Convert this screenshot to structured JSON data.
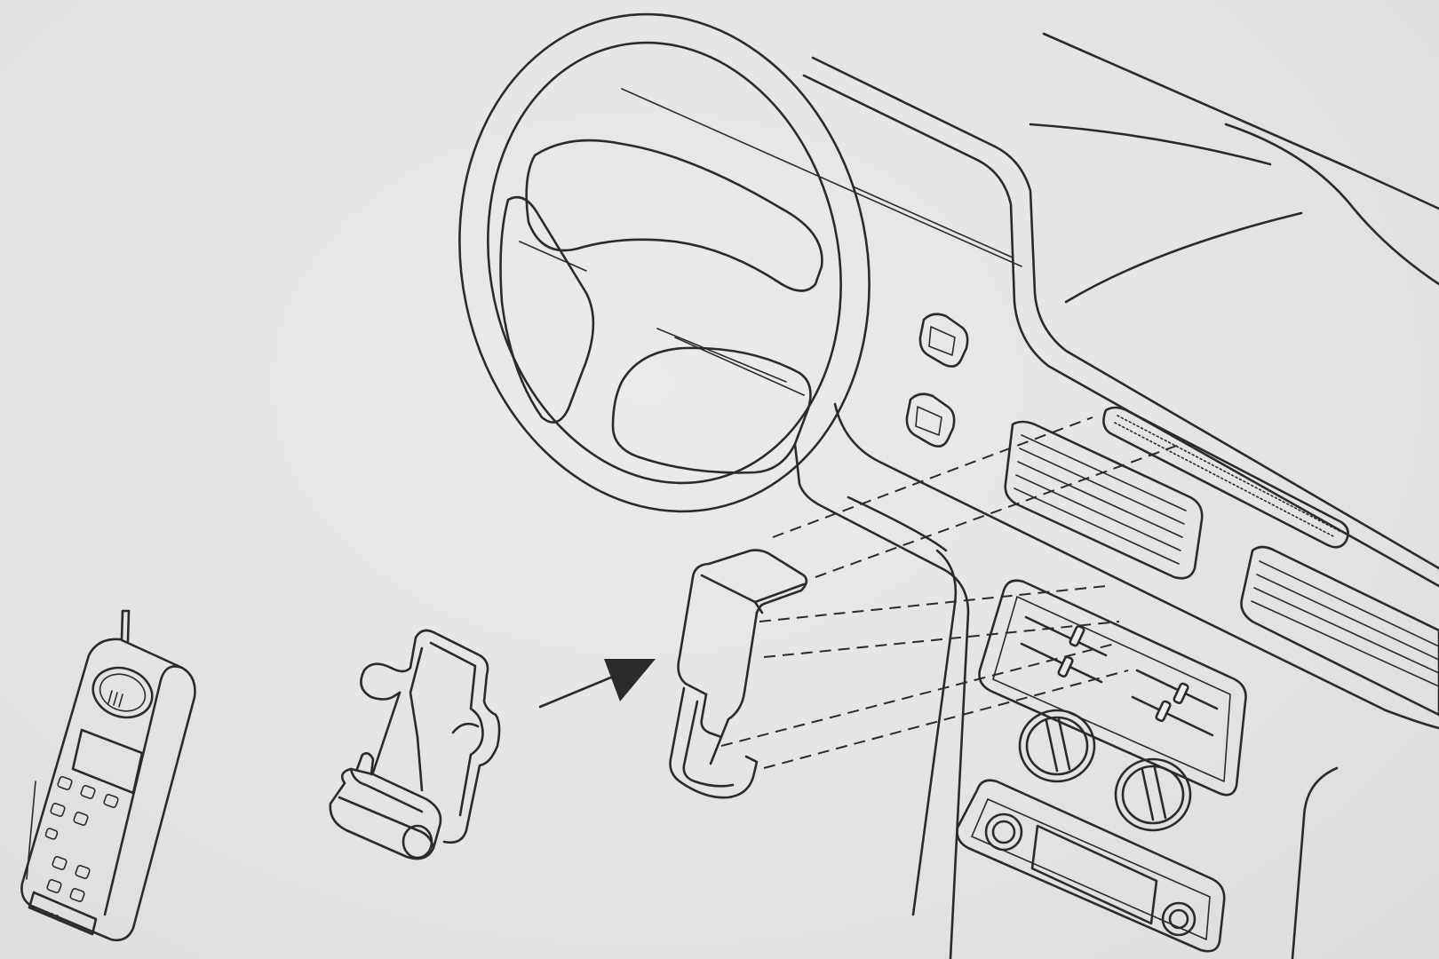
{
  "figure": {
    "description_visible_text": "",
    "parts": [
      {
        "name": "car-dashboard",
        "icon": "car-dashboard-drawing"
      },
      {
        "name": "steering-wheel",
        "icon": "steering-wheel-drawing"
      },
      {
        "name": "mobile-phone",
        "icon": "cellphone-drawing"
      },
      {
        "name": "phone-cradle",
        "icon": "phone-cradle-drawing"
      },
      {
        "name": "vent-mount-bracket",
        "icon": "vent-clip-drawing"
      },
      {
        "name": "assembly-arrow",
        "icon": "arrow-right-icon"
      }
    ],
    "colors": {
      "paper": "#e4e4e2",
      "ink": "#2b2b2b"
    }
  }
}
